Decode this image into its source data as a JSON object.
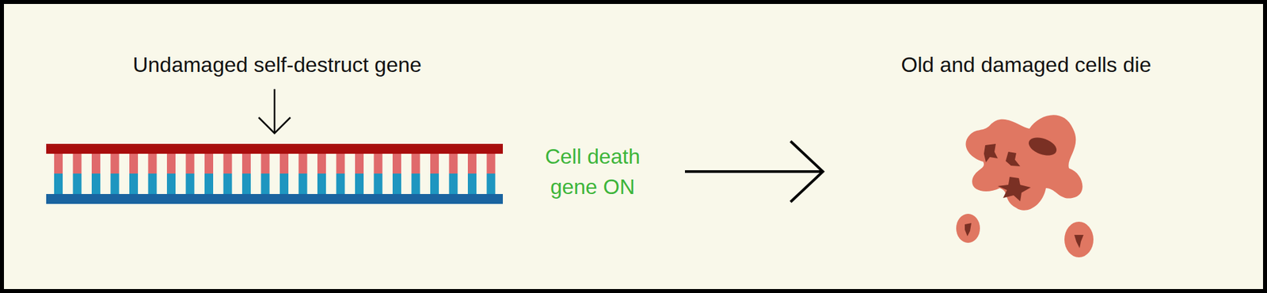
{
  "diagram": {
    "labels": [
      "Undamaged self-destruct gene",
      "Cell death gene ON",
      "Old and damaged cells die"
    ]
  }
}
